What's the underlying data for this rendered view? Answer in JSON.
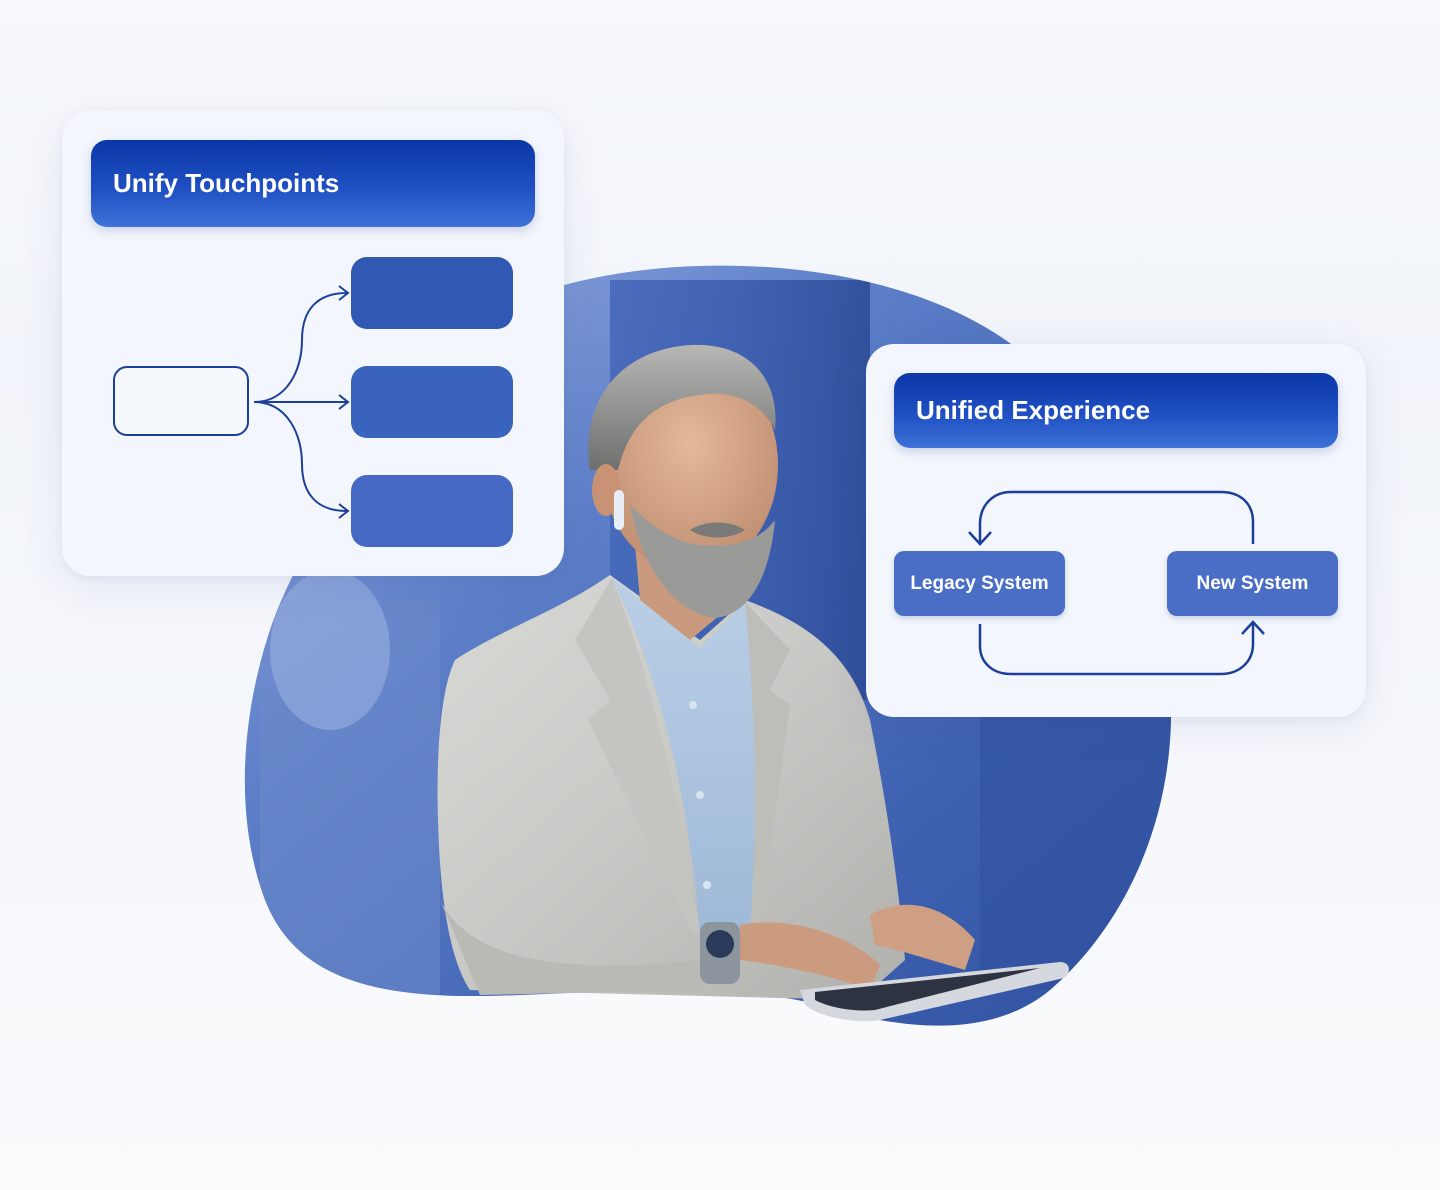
{
  "cards": {
    "touchpoints": {
      "title": "Unify Touchpoints"
    },
    "experience": {
      "title": "Unified Experience",
      "legacy_label": "Legacy System",
      "new_label": "New System"
    }
  },
  "colors": {
    "brand_dark": "#0a37a6",
    "brand_mid": "#3a63bd",
    "accent_line": "#1c3f9a",
    "card_bg": "#f3f6fc"
  },
  "illustration": {
    "subject": "businessman-typing-on-tablet-photo"
  }
}
